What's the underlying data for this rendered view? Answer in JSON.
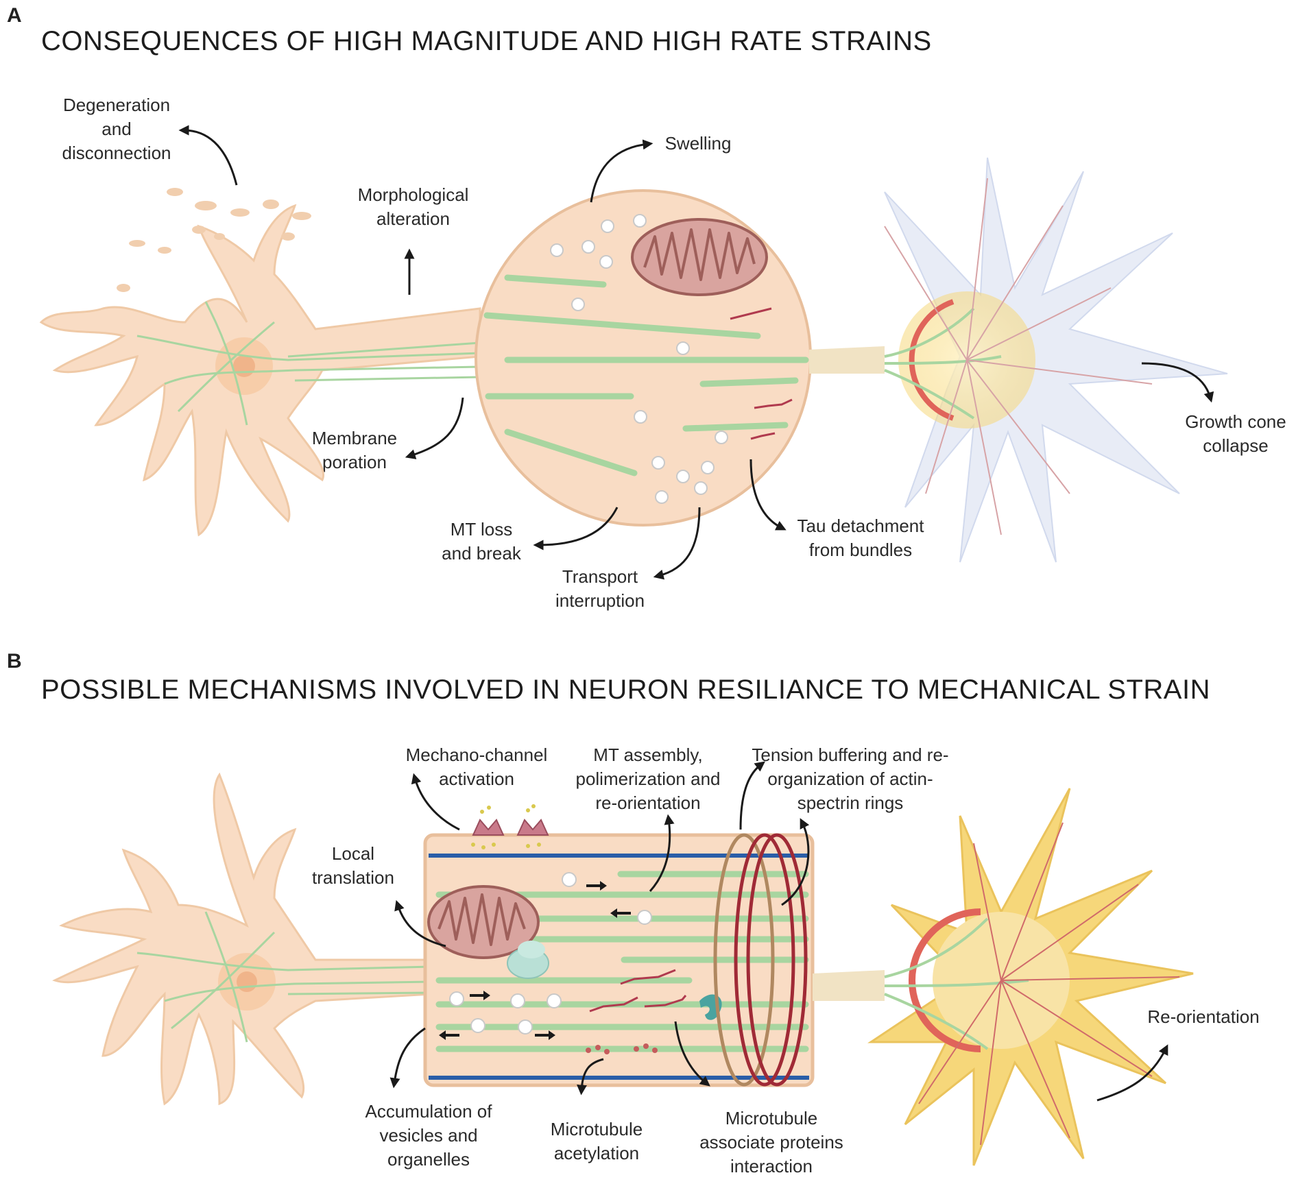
{
  "panels": [
    {
      "letter": "A",
      "title": "CONSEQUENCES OF HIGH MAGNITUDE AND HIGH RATE STRAINS",
      "labels": {
        "degeneration": "Degeneration\nand\ndisconnection",
        "morphological": "Morphological\nalteration",
        "swelling": "Swelling",
        "membrane": "Membrane\nporation",
        "mt_loss": "MT loss\nand break",
        "transport": "Transport\ninterruption",
        "tau": "Tau detachment\nfrom bundles",
        "growth_cone": "Growth cone\ncollapse"
      }
    },
    {
      "letter": "B",
      "title": "POSSIBLE MECHANISMS INVOLVED IN NEURON RESILIANCE TO MECHANICAL STRAIN",
      "labels": {
        "mechano": "Mechano-channel\nactivation",
        "mt_assembly": "MT assembly,\npolimerization and\nre-orientation",
        "tension": "Tension buffering and re-\norganization of actin-\nspectrin rings",
        "local": "Local\ntranslation",
        "reorientation": "Re-orientation",
        "accumulation": "Accumulation of\nvesicles and\norganelles",
        "acetylation": "Microtubule\nacetylation",
        "map": "Microtubule\nassociate proteins\ninteraction"
      }
    }
  ],
  "colors": {
    "cell_fill": "#f9dcc4",
    "cell_stroke": "#e8bf9c",
    "microtubule": "#a8d5a0",
    "mitochondria": "#d9a49f",
    "growth_cone_yellow": "#f6d77a",
    "growth_cone_red": "#e0645a",
    "collapsed_cone": "#d8e0f0",
    "spectrin_blue": "#2a5ea8",
    "actin_ring": "#a02a36"
  }
}
